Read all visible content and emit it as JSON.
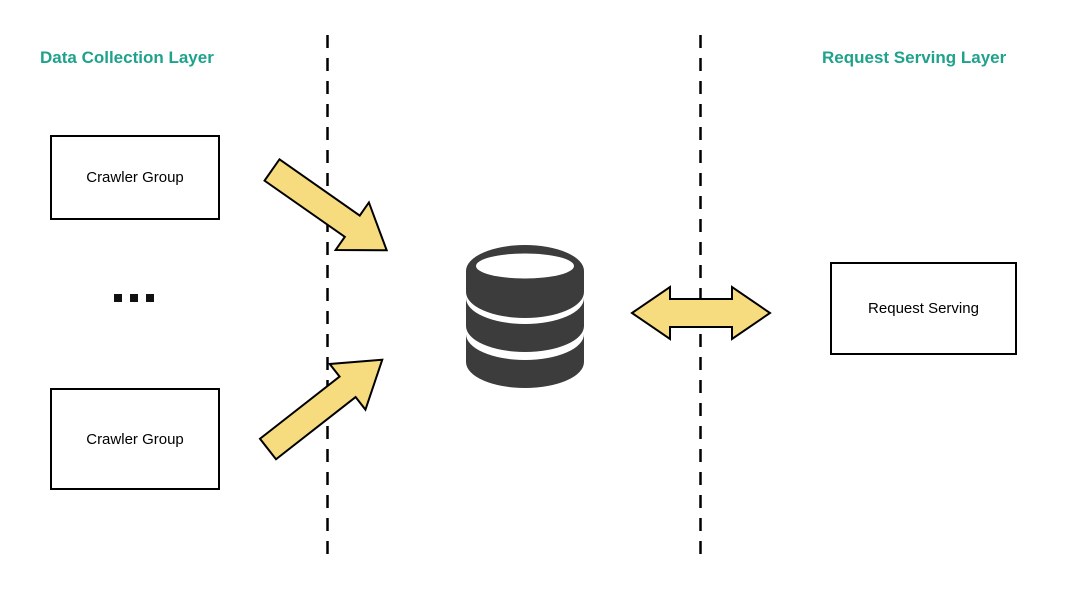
{
  "diagram": {
    "titles": {
      "left": "Data Collection Layer",
      "right": "Request Serving Layer"
    },
    "nodes": {
      "crawler_group_1": "Crawler Group",
      "crawler_group_2": "Crawler Group",
      "ellipsis": "...",
      "request_serving": "Request Serving"
    },
    "icons": {
      "center": "database-cylinder-icon",
      "flows": [
        "arrow-crawler1-to-database",
        "arrow-crawler2-to-database",
        "double-arrow-database-request-serving"
      ]
    },
    "colors": {
      "layer_title": "#1FA28C",
      "arrow_fill": "#F7DC7F",
      "arrow_stroke": "#000000",
      "database": "#3C3C3C",
      "box_border": "#000000",
      "background": "#FFFFFF",
      "text": "#000000"
    }
  }
}
